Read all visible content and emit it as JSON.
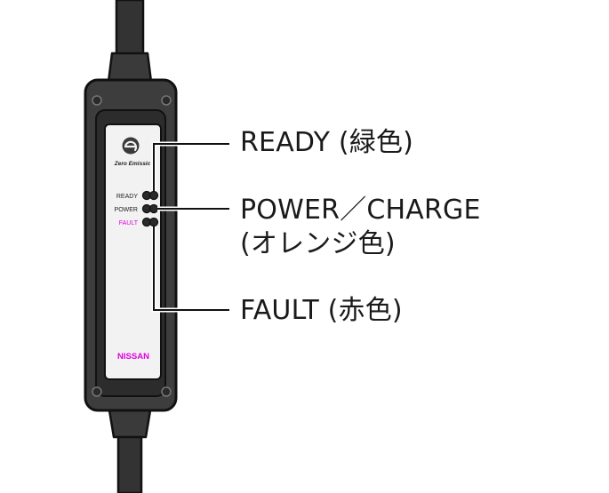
{
  "device": {
    "logo_text": "Zero Emissic",
    "brand": "NISSAN",
    "indicators": [
      {
        "label": "READY"
      },
      {
        "label": "POWER"
      },
      {
        "label": "FAULT"
      }
    ],
    "colors": {
      "body": "#3a3a3a",
      "body_outline": "#111111",
      "panel": "#f2f2f2",
      "fault_label": "#e000e0",
      "brand": "#e000e0"
    }
  },
  "callouts": {
    "ready": "READY (緑色)",
    "power_charge_line1": "POWER／CHARGE",
    "power_charge_line2": "(オレンジ色)",
    "fault": "FAULT (赤色)"
  }
}
